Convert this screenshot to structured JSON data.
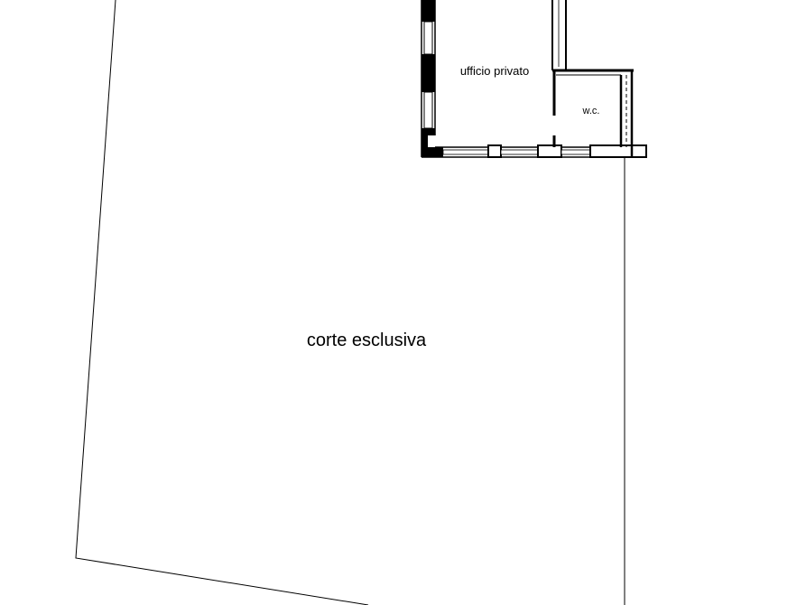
{
  "plan": {
    "rooms": {
      "ufficio_privato": "ufficio privato",
      "wc": "w.c.",
      "corte_esclusiva": "corte esclusiva"
    },
    "colors": {
      "background": "#ffffff",
      "line": "#000000"
    }
  }
}
